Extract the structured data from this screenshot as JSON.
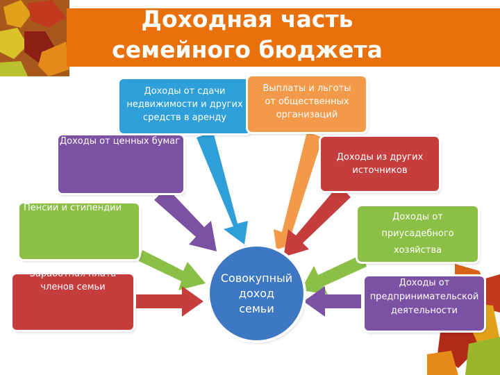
{
  "title": {
    "line1": "Доходная часть",
    "line2": "семейного бюджета"
  },
  "center": {
    "label": "Совокупный\nдоход\nсемьи",
    "color": "#3f78c2"
  },
  "sources": {
    "rent": {
      "label": "Доходы от сдачи недвижимости и других средств в аренду",
      "color": "#2e9fd8"
    },
    "benefits": {
      "label": "Выплаты и льготы от общественных организаций",
      "color": "#f29a4a"
    },
    "securities": {
      "label": "Доходы от ценных бумаг",
      "color": "#7b52a3"
    },
    "other": {
      "label": "Доходы из других источников",
      "color": "#c63d3d"
    },
    "pensions": {
      "label": "Пенсии и стипендии",
      "color": "#8bbf45"
    },
    "household": {
      "label": "Доходы от приусадебного хозяйства",
      "color": "#8bbf45"
    },
    "wages": {
      "label": "Заработная плата членов семьи",
      "color": "#c63d3d"
    },
    "business": {
      "label": "Доходы от предпринимательской деятельности",
      "color": "#7b52a3"
    }
  },
  "colors": {
    "title_bar": "#e8710d",
    "arrow_blue": "#2e9fd8",
    "arrow_orange": "#f29a4a",
    "arrow_purple": "#7b52a3",
    "arrow_red": "#c63d3d",
    "arrow_green": "#8bbf45"
  }
}
